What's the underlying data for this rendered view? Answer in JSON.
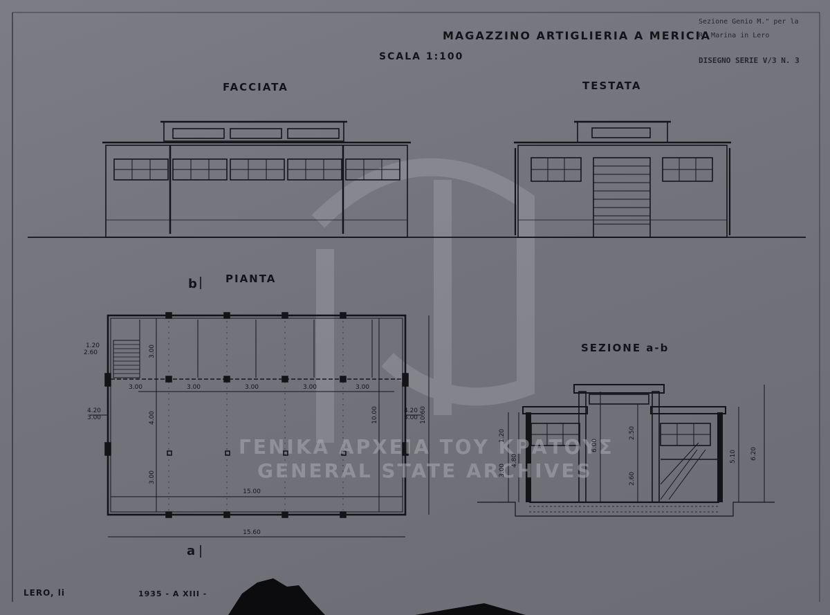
{
  "sheet": {
    "title": "MAGAZZINO ARTIGLIERIA A MERICIA",
    "scale": "SCALA 1:100",
    "stamp_lines": [
      "Sezione Genio M.\" per la",
      "R. Marina in Lero"
    ],
    "drawing_ref": "DISEGNO SERIE V/3 N. 3",
    "footer_place": "LERO, li",
    "footer_date": "1935 - A XIII -"
  },
  "views": {
    "front": "FACCIATA",
    "side": "TESTATA",
    "plan": "PIANTA",
    "section": "SEZIONE a-b",
    "section_mark_top": "b",
    "section_mark_bottom": "a"
  },
  "watermark": {
    "line1": "ΓΕΝΙΚΑ ΑΡΧΕΙΑ ΤΟΥ ΚΡΑΤΟΥΣ",
    "line2": "GENERAL STATE ARCHIVES"
  },
  "plan_dims": {
    "bays": [
      "3.00",
      "3.00",
      "3.00",
      "3.00",
      "3.00"
    ],
    "inner_length": "15.00",
    "outer_length": "15.60",
    "width_total": "10.60",
    "width_inner": "10.00",
    "depth_top": "3.00",
    "depth_mid": "4.00",
    "depth_bottom": "3.00",
    "window_top": [
      "1.20",
      "2.60"
    ],
    "door_left": [
      "4.20",
      "3.00"
    ],
    "door_right": [
      "4.20",
      "3.00"
    ]
  },
  "section_dims": {
    "total_height": "6.20",
    "side_height": "5.10",
    "center_height": "6.00",
    "lower_height": "3.00",
    "sill_height": "4.80",
    "door_top": "2.50",
    "door_bottom": "2.60",
    "window_height": "1.20"
  },
  "colors": {
    "paper": "#75757d",
    "ink": "#141418"
  }
}
